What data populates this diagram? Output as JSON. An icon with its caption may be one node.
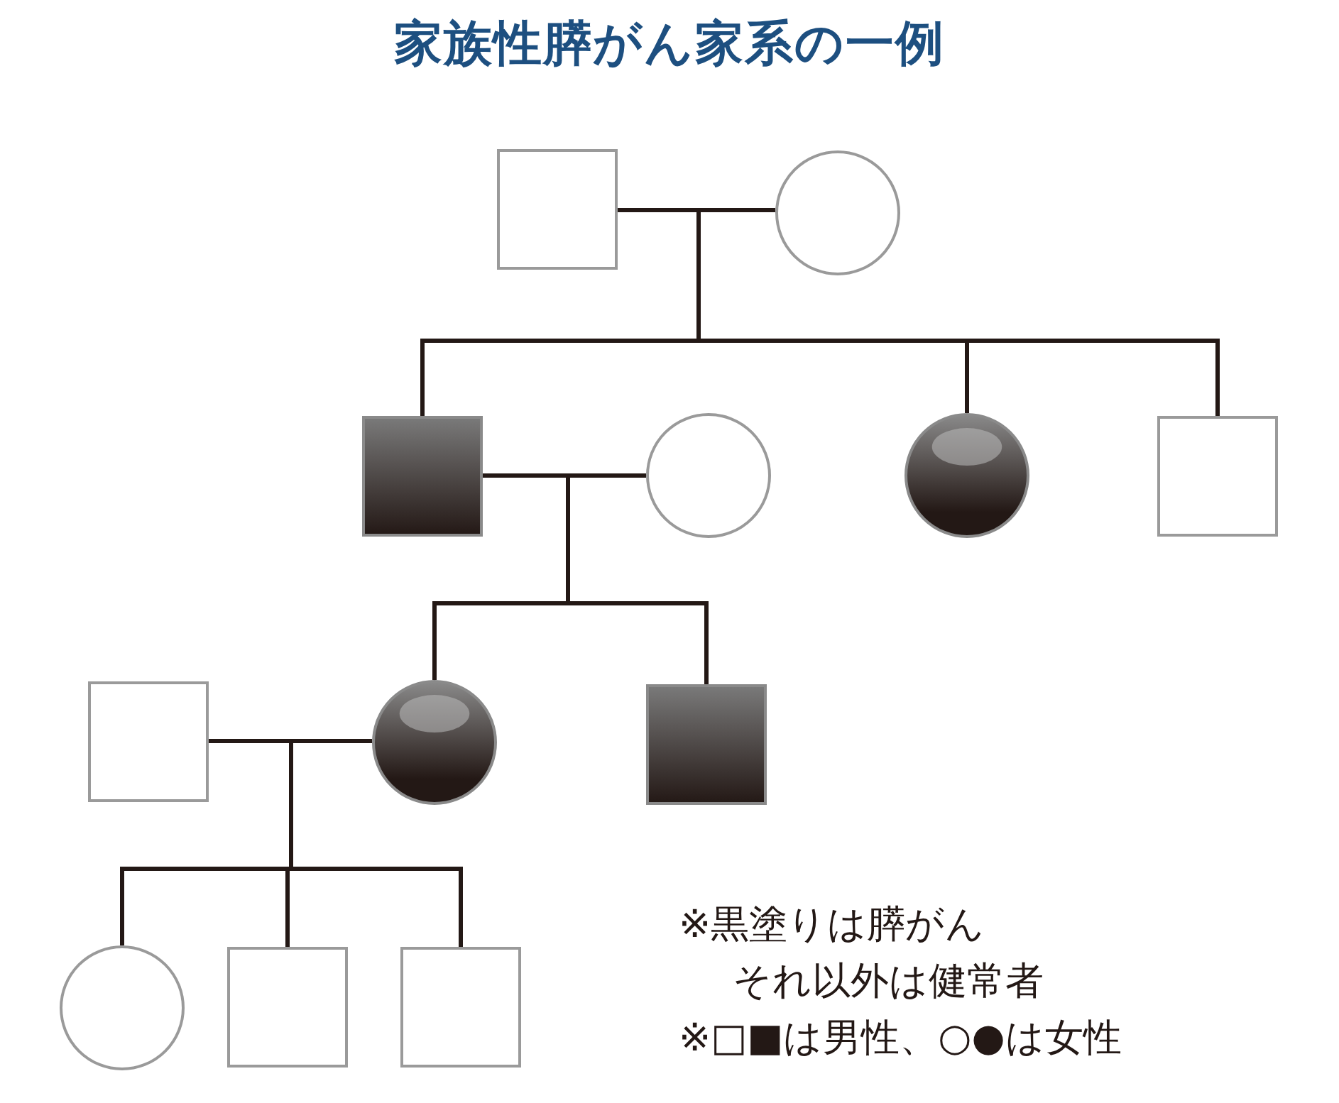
{
  "diagram": {
    "title": "家族性膵がん家系の一例",
    "nodes": [
      {
        "text": [],
        "shape": "box"
      },
      {
        "text": [],
        "shape": "circle"
      },
      {
        "text": [],
        "shape": "filled-box"
      },
      {
        "text": [],
        "shape": "circle"
      },
      {
        "text": [],
        "shape": "filled-circle"
      },
      {
        "text": [],
        "shape": "box"
      },
      {
        "text": [],
        "shape": "box"
      },
      {
        "text": [],
        "shape": "filled-circle"
      },
      {
        "text": [],
        "shape": "filled-box"
      },
      {
        "text": [],
        "shape": "circle"
      },
      {
        "text": [],
        "shape": "box"
      },
      {
        "text": [],
        "shape": "box"
      }
    ],
    "edges": [
      {
        "from": 0,
        "to": 1,
        "arrow": "none"
      },
      {
        "from": 0,
        "to": 2,
        "arrow": "none"
      },
      {
        "from": 0,
        "to": 4,
        "arrow": "none"
      },
      {
        "from": 0,
        "to": 5,
        "arrow": "none"
      },
      {
        "from": 1,
        "to": 2,
        "arrow": "none"
      },
      {
        "from": 1,
        "to": 4,
        "arrow": "none"
      },
      {
        "from": 1,
        "to": 5,
        "arrow": "none"
      },
      {
        "from": 2,
        "to": 3,
        "arrow": "none"
      },
      {
        "from": 2,
        "to": 7,
        "arrow": "none"
      },
      {
        "from": 2,
        "to": 8,
        "arrow": "none"
      },
      {
        "from": 3,
        "to": 7,
        "arrow": "none"
      },
      {
        "from": 3,
        "to": 8,
        "arrow": "none"
      },
      {
        "from": 6,
        "to": 7,
        "arrow": "none"
      },
      {
        "from": 6,
        "to": 9,
        "arrow": "none"
      },
      {
        "from": 6,
        "to": 10,
        "arrow": "none"
      },
      {
        "from": 6,
        "to": 11,
        "arrow": "none"
      },
      {
        "from": 7,
        "to": 9,
        "arrow": "none"
      },
      {
        "from": 7,
        "to": 10,
        "arrow": "none"
      },
      {
        "from": 7,
        "to": 11,
        "arrow": "none"
      }
    ],
    "labels": [
      "※黒塗りは膵がん",
      "それ以外は健常者",
      "※□■は男性、○●は女性"
    ]
  }
}
